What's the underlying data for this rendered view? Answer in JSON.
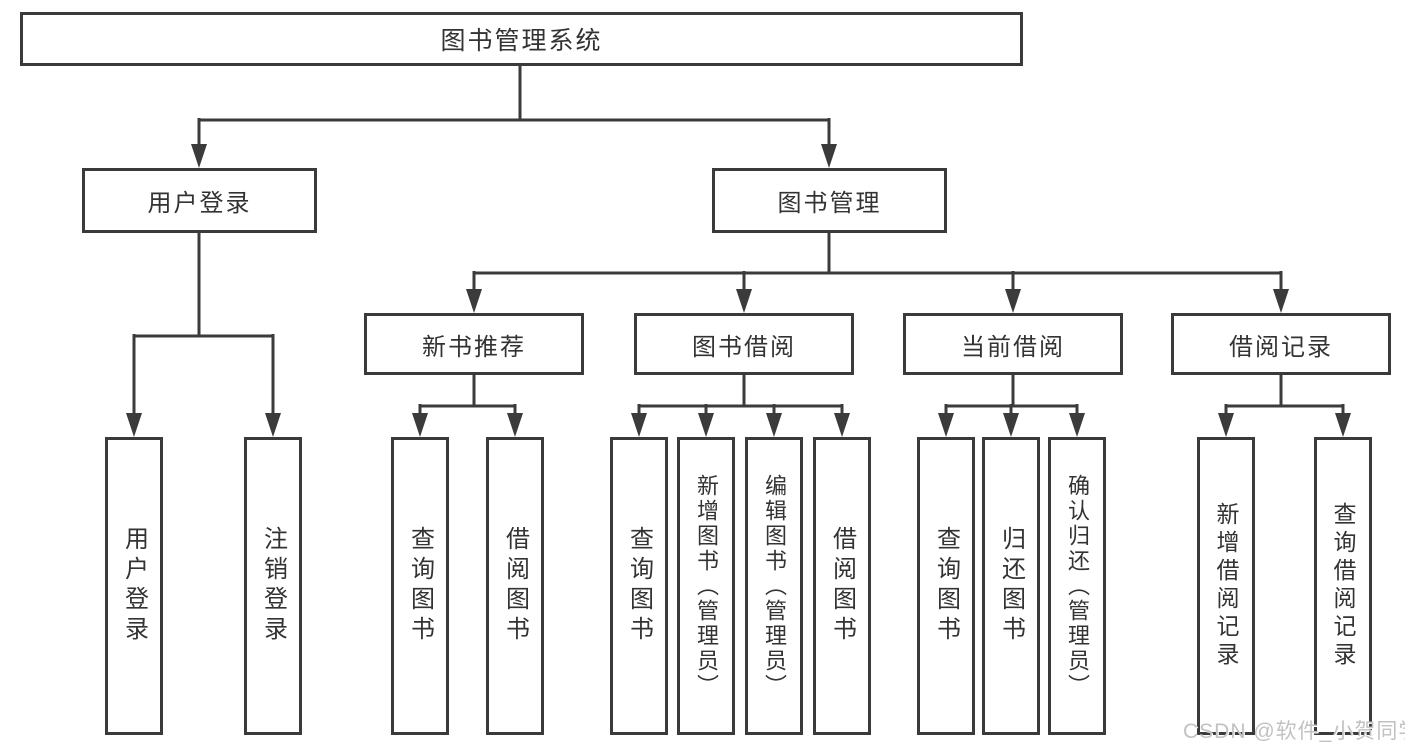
{
  "diagram": {
    "watermark": "CSDN @软件_小贺同学",
    "line_color": "#3b3b3b",
    "box_border_color": "#3a3a3a",
    "text_color": "#333333",
    "background_color": "#ffffff",
    "tree": {
      "root": {
        "label": "图书管理系统",
        "children": [
          {
            "label": "用户登录",
            "children": [
              {
                "label": "用户登录"
              },
              {
                "label": "注销登录"
              }
            ]
          },
          {
            "label": "图书管理",
            "children": [
              {
                "label": "新书推荐",
                "children": [
                  {
                    "label": "查询图书"
                  },
                  {
                    "label": "借阅图书"
                  }
                ]
              },
              {
                "label": "图书借阅",
                "children": [
                  {
                    "label": "查询图书"
                  },
                  {
                    "label": "新增图书（管理员）"
                  },
                  {
                    "label": "编辑图书（管理员）"
                  },
                  {
                    "label": "借阅图书"
                  }
                ]
              },
              {
                "label": "当前借阅",
                "children": [
                  {
                    "label": "查询图书"
                  },
                  {
                    "label": "归还图书"
                  },
                  {
                    "label": "确认归还（管理员）"
                  }
                ]
              },
              {
                "label": "借阅记录",
                "children": [
                  {
                    "label": "新增借阅记录"
                  },
                  {
                    "label": "查询借阅记录"
                  }
                ]
              }
            ]
          }
        ]
      }
    }
  }
}
